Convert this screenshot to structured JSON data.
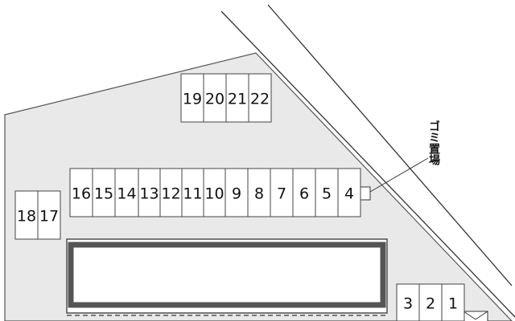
{
  "map": {
    "spaces": [
      {
        "id": "1",
        "label": "1"
      },
      {
        "id": "2",
        "label": "2"
      },
      {
        "id": "3",
        "label": "3"
      },
      {
        "id": "4",
        "label": "4"
      },
      {
        "id": "5",
        "label": "5"
      },
      {
        "id": "6",
        "label": "6"
      },
      {
        "id": "7",
        "label": "7"
      },
      {
        "id": "8",
        "label": "8"
      },
      {
        "id": "9",
        "label": "9"
      },
      {
        "id": "10",
        "label": "10"
      },
      {
        "id": "11",
        "label": "11"
      },
      {
        "id": "12",
        "label": "12"
      },
      {
        "id": "13",
        "label": "13"
      },
      {
        "id": "14",
        "label": "14"
      },
      {
        "id": "15",
        "label": "15"
      },
      {
        "id": "16",
        "label": "16"
      },
      {
        "id": "17",
        "label": "17"
      },
      {
        "id": "18",
        "label": "18"
      },
      {
        "id": "19",
        "label": "19"
      },
      {
        "id": "20",
        "label": "20"
      },
      {
        "id": "21",
        "label": "21"
      },
      {
        "id": "22",
        "label": "22"
      }
    ],
    "garbage_label": "ゴミ置場",
    "colors": {
      "lot": "#e9e9e9",
      "space": "#ffffff",
      "line": "#444444"
    }
  }
}
